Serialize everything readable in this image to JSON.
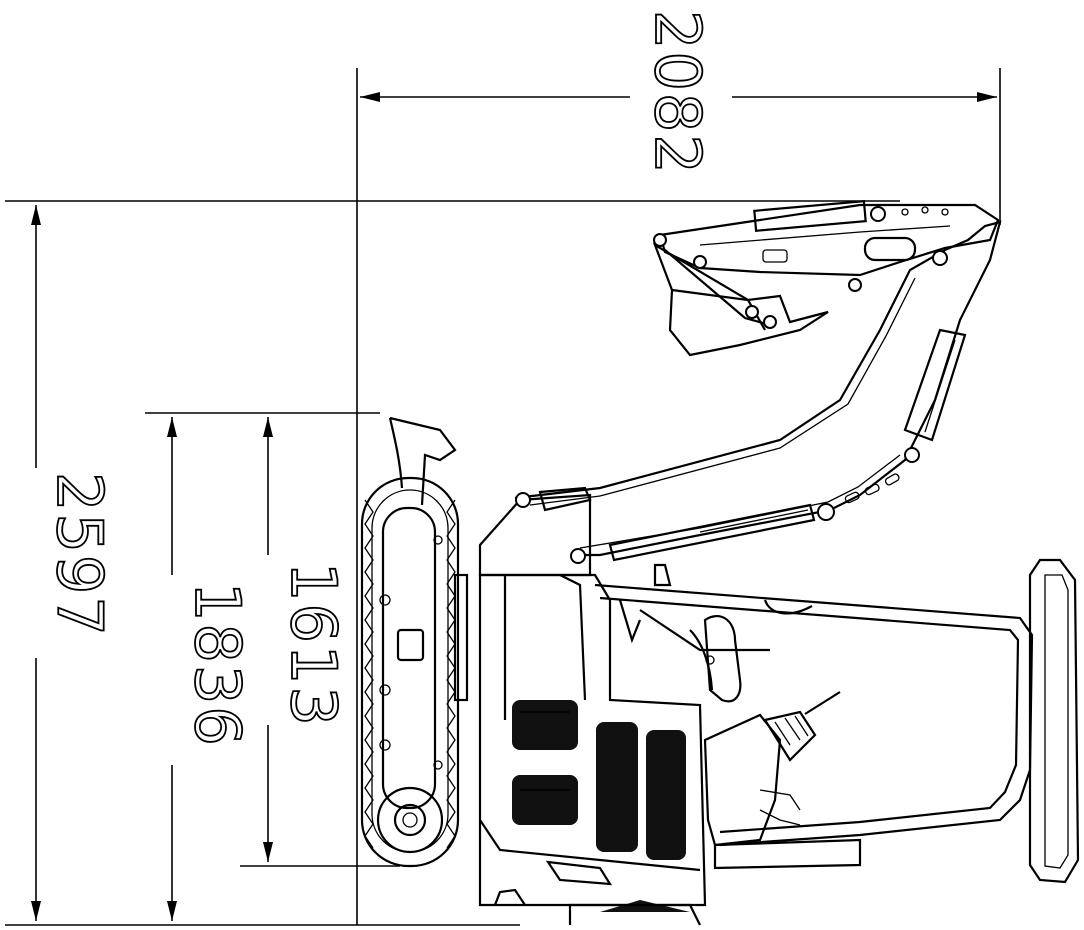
{
  "drawing": {
    "subject": "compact tracked excavator, side elevation, transport position",
    "dimensions": [
      {
        "id": "overall-width",
        "value": "2082"
      },
      {
        "id": "overall-height",
        "value": "2597"
      },
      {
        "id": "height-1836",
        "value": "1836"
      },
      {
        "id": "height-1613",
        "value": "1613"
      }
    ]
  }
}
